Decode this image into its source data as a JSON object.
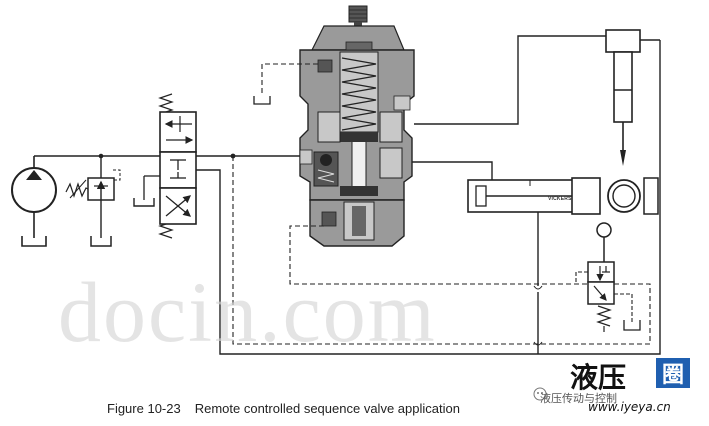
{
  "figure": {
    "number": "Figure 10-23",
    "title": "Remote controlled sequence valve application"
  },
  "watermark": {
    "text": "docin.com"
  },
  "logo": {
    "brand_cn": "液压",
    "badge_cn": "圈",
    "wechat_text": "液压传动与控制",
    "url": "www.iyeya.cn"
  },
  "cylinder_label": "VICKERS",
  "colors": {
    "line": "#222222",
    "valve_body": "#9a9a9a",
    "valve_body_light": "#c8c8c8",
    "valve_dark": "#3a3a3a",
    "logo_blue": "#1f5fb0"
  },
  "components": [
    "pump-icon",
    "relief-valve-icon",
    "directional-valve-icon",
    "sequence-valve-icon",
    "clamp-cylinder-icon",
    "work-cylinder-icon",
    "pilot-valve-icon",
    "roller-icon"
  ]
}
